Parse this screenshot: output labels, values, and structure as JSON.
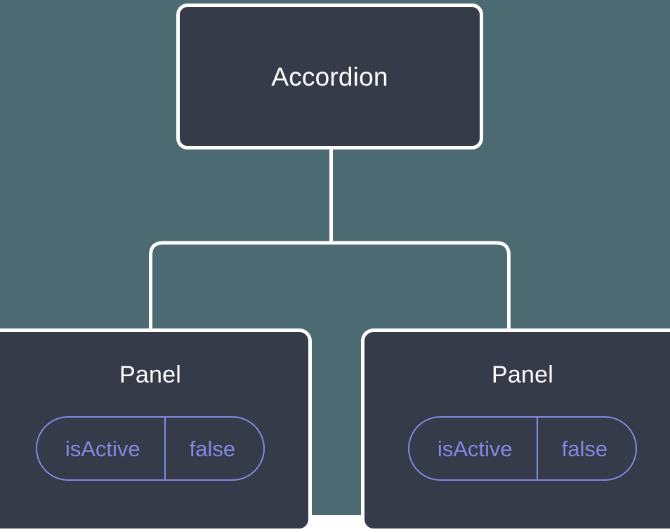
{
  "diagram": {
    "type": "component-tree",
    "background_color": "#4c6a72",
    "node_fill_color": "#363b4a",
    "node_border_color": "#ffffff",
    "edge_color": "#ffffff",
    "title_color": "#ffffff",
    "prop_color": "#8289e3",
    "root": {
      "label": "Accordion"
    },
    "children": [
      {
        "label": "Panel",
        "props": [
          {
            "key": "isActive",
            "value": "false"
          }
        ]
      },
      {
        "label": "Panel",
        "props": [
          {
            "key": "isActive",
            "value": "false"
          }
        ]
      }
    ],
    "edges": [
      {
        "from": "Accordion",
        "to": "Panel"
      },
      {
        "from": "Accordion",
        "to": "Panel"
      }
    ]
  }
}
